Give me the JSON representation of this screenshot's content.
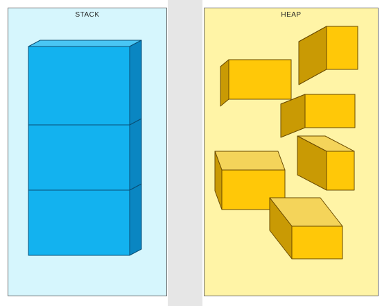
{
  "colors": {
    "stack_panel_bg": "#d6f6fd",
    "heap_panel_bg": "#fff4a6",
    "stack_front": "#13b2ef",
    "stack_top": "#49c6f4",
    "stack_side": "#0a86c2",
    "heap_front": "#ffc808",
    "heap_top": "#f4d45a",
    "heap_side": "#c99a04"
  },
  "stack": {
    "title": "STACK",
    "blocks": [
      {
        "name": "stack-block-top"
      },
      {
        "name": "stack-block-middle"
      },
      {
        "name": "stack-block-bottom"
      }
    ]
  },
  "heap": {
    "title": "HEAP",
    "blocks": [
      {
        "name": "heap-block-1"
      },
      {
        "name": "heap-block-2"
      },
      {
        "name": "heap-block-3"
      },
      {
        "name": "heap-block-4"
      },
      {
        "name": "heap-block-5"
      },
      {
        "name": "heap-block-6"
      }
    ]
  }
}
